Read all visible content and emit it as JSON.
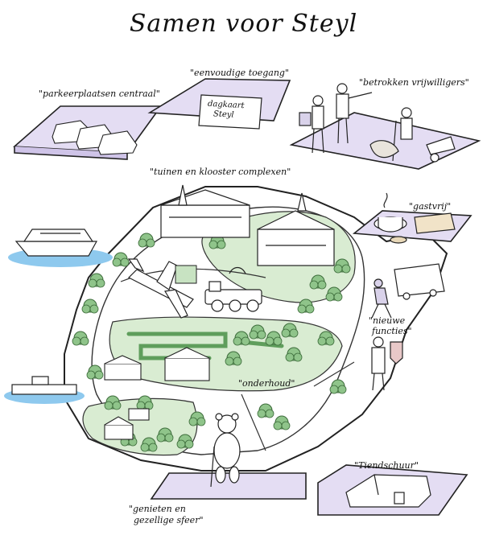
{
  "title": "Samen voor Steyl",
  "labels": {
    "parking": "\"parkeerplaatsen centraal\"",
    "access": "\"eenvoudige toegang\"",
    "volunteers": "\"betrokken vrijwilligers\"",
    "gardens": "\"tuinen en klooster complexen\"",
    "hospitable": "\"gastvrij\"",
    "new_functions_line1": "\"nieuwe",
    "new_functions_line2": "functies\"",
    "maintenance": "\"onderhoud\"",
    "tiendschuur": "\"Tiendschuur\"",
    "enjoy_line1": "\"genieten en",
    "enjoy_line2": "gezellige sfeer\""
  },
  "ticket": {
    "line1": "dagkaart",
    "line2": "Steyl"
  },
  "colors": {
    "platform": "#e4ddf3",
    "platform_edge": "#222222",
    "green": "#d9ecd2",
    "tree": "#8fc48a",
    "tree_dark": "#5f9e5c",
    "water": "#8ec9ee",
    "ink": "#1a1a1a"
  },
  "icons": [
    "cars",
    "ticket",
    "hikers",
    "gardeners",
    "coffee-cake",
    "bus",
    "walker",
    "knight",
    "teddy-bear",
    "barn",
    "boat",
    "ferry",
    "airplane",
    "steam-engine",
    "monastery",
    "church"
  ]
}
